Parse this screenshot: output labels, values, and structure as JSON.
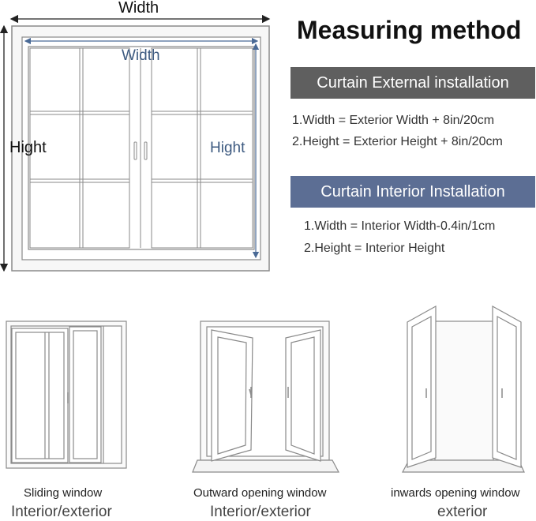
{
  "heading": "Measuring method",
  "main_window": {
    "outer_width_label": "Width",
    "outer_height_label": "Hight",
    "inner_width_label": "Width",
    "inner_height_label": "Hight"
  },
  "external": {
    "title": "Curtain External installation",
    "rules": [
      "1.Width = Exterior Width + 8in/20cm",
      "2.Height = Exterior Height + 8in/20cm"
    ]
  },
  "interior": {
    "title": "Curtain Interior Installation",
    "rules": [
      "1.Width = Interior Width-0.4in/1cm",
      "2.Height = Interior Height"
    ]
  },
  "window_types": [
    {
      "name": "Sliding window",
      "install": "Interior/exterior"
    },
    {
      "name": "Outward opening window",
      "install": "Interior/exterior"
    },
    {
      "name": "inwards opening window",
      "install": "exterior"
    }
  ],
  "colors": {
    "external_banner": "#5f5f5f",
    "interior_banner": "#5c6e94",
    "inner_label": "#3d5a80"
  }
}
